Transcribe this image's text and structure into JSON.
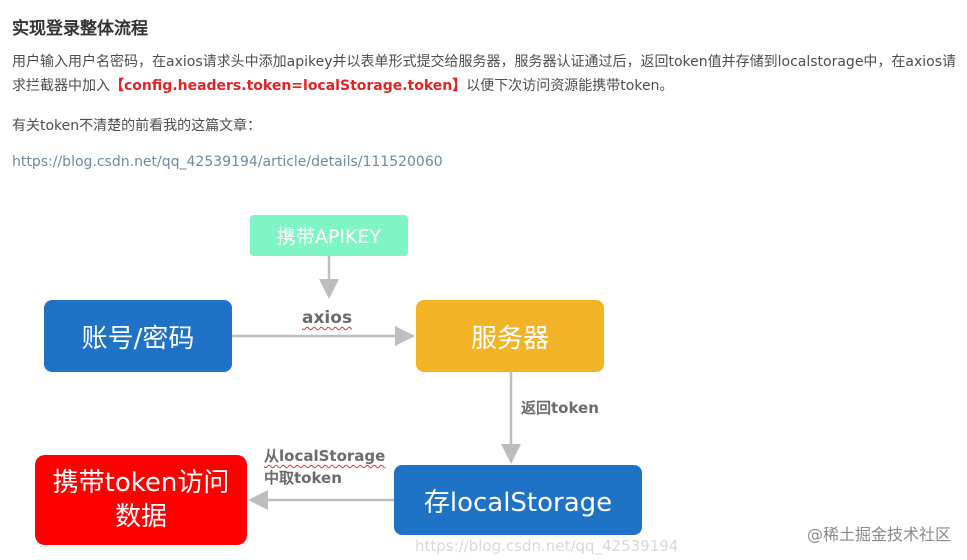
{
  "article": {
    "title": "实现登录整体流程",
    "para_part1": "用户输入用户名密码，在axios请求头中添加apikey并以表单形式提交给服务器，服务器认证通过后，返回token值并存储到localstorage中，在axios请求拦截器中加入",
    "bracket_open": "【",
    "code": "config.headers.token=localStorage.token",
    "bracket_close": "】",
    "para_part2": "以便下次访问资源能携带token。",
    "note": "有关token不清楚的前看我的这篇文章：",
    "link": "https://blog.csdn.net/qq_42539194/article/details/111520060"
  },
  "diagram": {
    "apikey_box": "携带APIKEY",
    "account_box": "账号/密码",
    "server_box": "服务器",
    "store_box": "存localStorage",
    "carry_box": "携带token访问数据",
    "label_axios": "axios",
    "label_return": "返回token",
    "label_from_line1": "从localStorage",
    "label_from_line2": "中取token"
  },
  "watermark": "https://blog.csdn.net/qq_42539194",
  "brand": "@稀土掘金技术社区",
  "colors": {
    "apikey": "#7ff5c6",
    "account": "#1f73c7",
    "server": "#f3b326",
    "store": "#1f73c7",
    "carry": "#ff0000",
    "code_red": "#e02424",
    "link": "#6a8aa6"
  }
}
